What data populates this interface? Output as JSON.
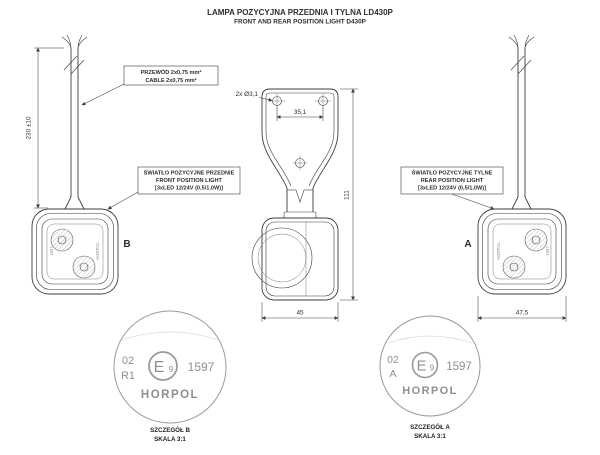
{
  "title": {
    "line1": "LAMPA POZYCYJNA PRZEDNIA I TYLNA LD430P",
    "line2": "FRONT AND REAR POSITION LIGHT D430P"
  },
  "callouts": {
    "cable": {
      "line1": "PRZEWÓD 2x0,75 mm²",
      "line2": "CABLE 2x0,75 mm²"
    },
    "front": {
      "line1": "ŚWIATŁO POZYCYJNE PRZEDNIE",
      "line2": "FRONT POSITION LIGHT",
      "line3": "[3xLED 12/24V (0,5/1,0W)]"
    },
    "rear": {
      "line1": "ŚWIATŁO POZYCYJNE TYLNE",
      "line2": "REAR POSITION LIGHT",
      "line3": "[3xLED 12/24V (0,5/1,0W)]"
    }
  },
  "dimensions": {
    "cable_length": "230 ±10",
    "holes": "2x Ø3,1",
    "hole_spacing": "35,1",
    "overall_height": "111",
    "body_width": "45",
    "body_depth": "47,5"
  },
  "view_labels": {
    "left": "B",
    "right": "A"
  },
  "detail_b": {
    "code_top": "02",
    "code_bottom": "R1",
    "e_letter": "E",
    "e_number": "9",
    "approval": "1597",
    "brand": "HORPOL",
    "caption_line1": "SZCZEGÓŁ B",
    "caption_line2": "SKALA 3:1"
  },
  "detail_a": {
    "code_top": "02",
    "code_bottom": "A",
    "e_letter": "E",
    "e_number": "9",
    "approval": "1597",
    "brand": "HORPOL",
    "caption_line1": "SZCZEGÓŁ A",
    "caption_line2": "SKALA 3:1"
  }
}
